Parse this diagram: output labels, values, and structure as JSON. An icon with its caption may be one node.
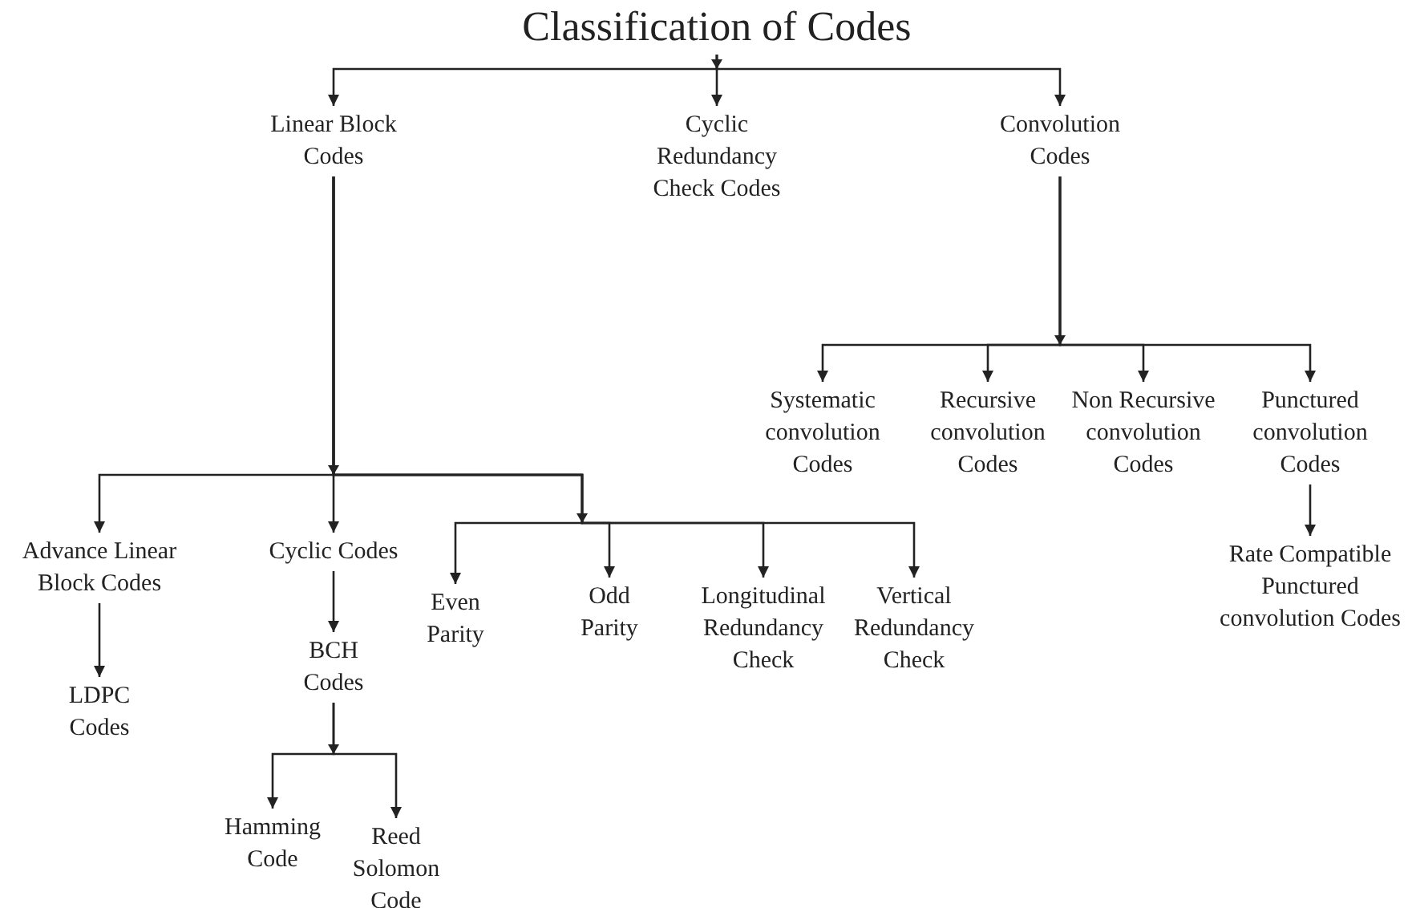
{
  "diagram": {
    "nodes": [
      {
        "text": [
          "Classification of Codes"
        ]
      },
      {
        "text": [
          "Linear Block Codes"
        ]
      },
      {
        "text": [
          "Cyclic Redundancy Check Codes"
        ]
      },
      {
        "text": [
          "Convolution Codes"
        ]
      },
      {
        "text": [
          "Systematic convolution Codes"
        ]
      },
      {
        "text": [
          "Recursive convolution Codes"
        ]
      },
      {
        "text": [
          "Non Recursive convolution Codes"
        ]
      },
      {
        "text": [
          "Punctured convolution Codes"
        ]
      },
      {
        "text": [
          "Rate Compatible Punctured convolution Codes"
        ]
      },
      {
        "text": [
          "Advance Linear Block Codes"
        ]
      },
      {
        "text": [
          "Cyclic Codes"
        ]
      },
      {
        "text": [
          "LDPC Codes"
        ]
      },
      {
        "text": [
          "BCH Codes"
        ]
      },
      {
        "text": [
          "Hamming Code"
        ]
      },
      {
        "text": [
          "Reed Solomon Code"
        ]
      },
      {
        "text": [
          "Even Parity"
        ]
      },
      {
        "text": [
          "Odd Parity"
        ]
      },
      {
        "text": [
          "Longitudinal Redundancy Check"
        ]
      },
      {
        "text": [
          "Vertical Redundancy Check"
        ]
      }
    ],
    "edges": [
      {
        "from": 0,
        "to": 1,
        "arrow": "to"
      },
      {
        "from": 0,
        "to": 2,
        "arrow": "to"
      },
      {
        "from": 0,
        "to": 3,
        "arrow": "to"
      },
      {
        "from": 3,
        "to": 4,
        "arrow": "to"
      },
      {
        "from": 3,
        "to": 5,
        "arrow": "to"
      },
      {
        "from": 3,
        "to": 6,
        "arrow": "to"
      },
      {
        "from": 3,
        "to": 7,
        "arrow": "to"
      },
      {
        "from": 7,
        "to": 8,
        "arrow": "to"
      },
      {
        "from": 1,
        "to": 9,
        "arrow": "to"
      },
      {
        "from": 1,
        "to": 10,
        "arrow": "to"
      },
      {
        "from": 1,
        "to": 15,
        "arrow": "to"
      },
      {
        "from": 1,
        "to": 16,
        "arrow": "to"
      },
      {
        "from": 1,
        "to": 17,
        "arrow": "to"
      },
      {
        "from": 1,
        "to": 18,
        "arrow": "to"
      },
      {
        "from": 9,
        "to": 11,
        "arrow": "to"
      },
      {
        "from": 10,
        "to": 12,
        "arrow": "to"
      },
      {
        "from": 12,
        "to": 13,
        "arrow": "to"
      },
      {
        "from": 12,
        "to": 14,
        "arrow": "to"
      }
    ]
  }
}
